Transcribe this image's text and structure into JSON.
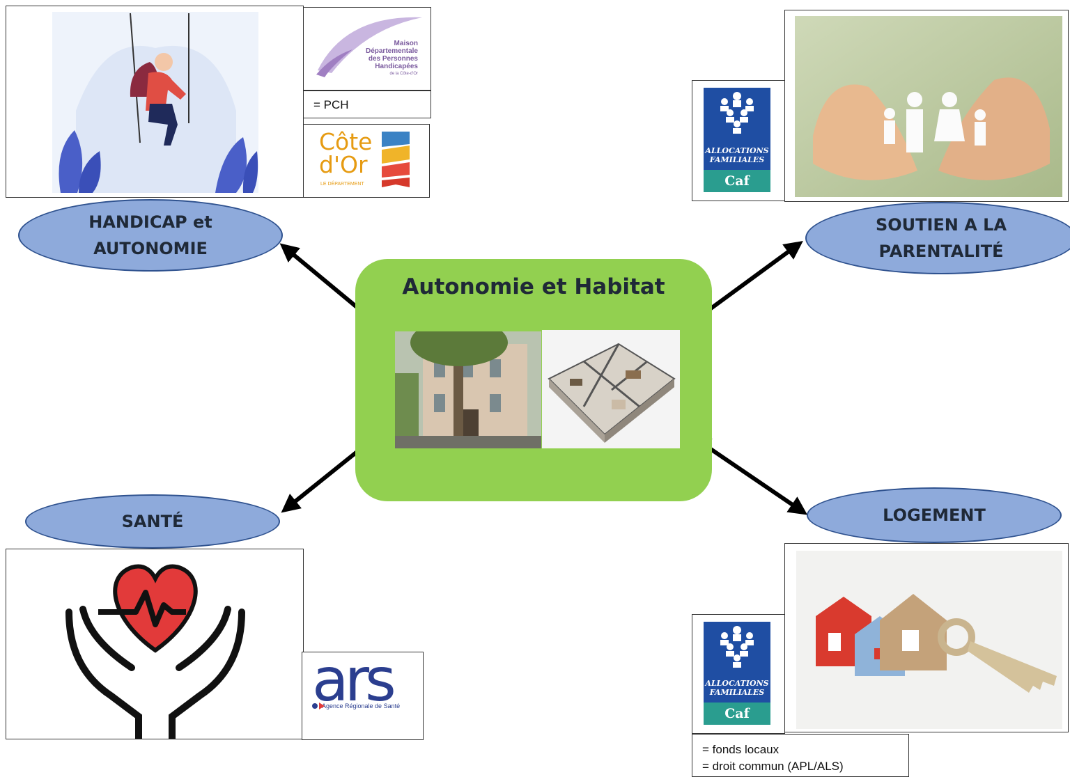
{
  "center": {
    "title": "Autonomie et Habitat"
  },
  "nodes": {
    "handicap": {
      "label_line1": "HANDICAP et",
      "label_line2": "AUTONOMIE"
    },
    "parentalite": {
      "label_line1": "SOUTIEN A LA",
      "label_line2": "PARENTALITÉ"
    },
    "sante": {
      "label": "SANTÉ"
    },
    "logement": {
      "label": "LOGEMENT"
    }
  },
  "logos": {
    "mdph": {
      "line1": "Maison",
      "line2": "Départementale",
      "line3": "des Personnes",
      "line4": "Handicapées",
      "line5": "de la Côte-d'Or",
      "caption": "= PCH"
    },
    "cotedor": {
      "line1": "Côte",
      "line2": "d'Or",
      "line3": "LE DÉPARTEMENT"
    },
    "caf_top": {
      "line1": "ALLOCATIONS",
      "line2": "FAMILIALES",
      "brand": "Caf"
    },
    "caf_bottom": {
      "line1": "ALLOCATIONS",
      "line2": "FAMILIALES",
      "brand": "Caf",
      "caption1": "= fonds locaux",
      "caption2": "= droit commun (APL/ALS)"
    },
    "ars": {
      "name": "ars",
      "subtitle": "Agence Régionale de Santé"
    }
  },
  "colors": {
    "node_fill": "#8eaadb",
    "node_border": "#2f528f",
    "center_fill": "#92d050",
    "arrow": "#000000",
    "caf_blue": "#1f4ea3",
    "caf_green": "#2a9d8f"
  }
}
